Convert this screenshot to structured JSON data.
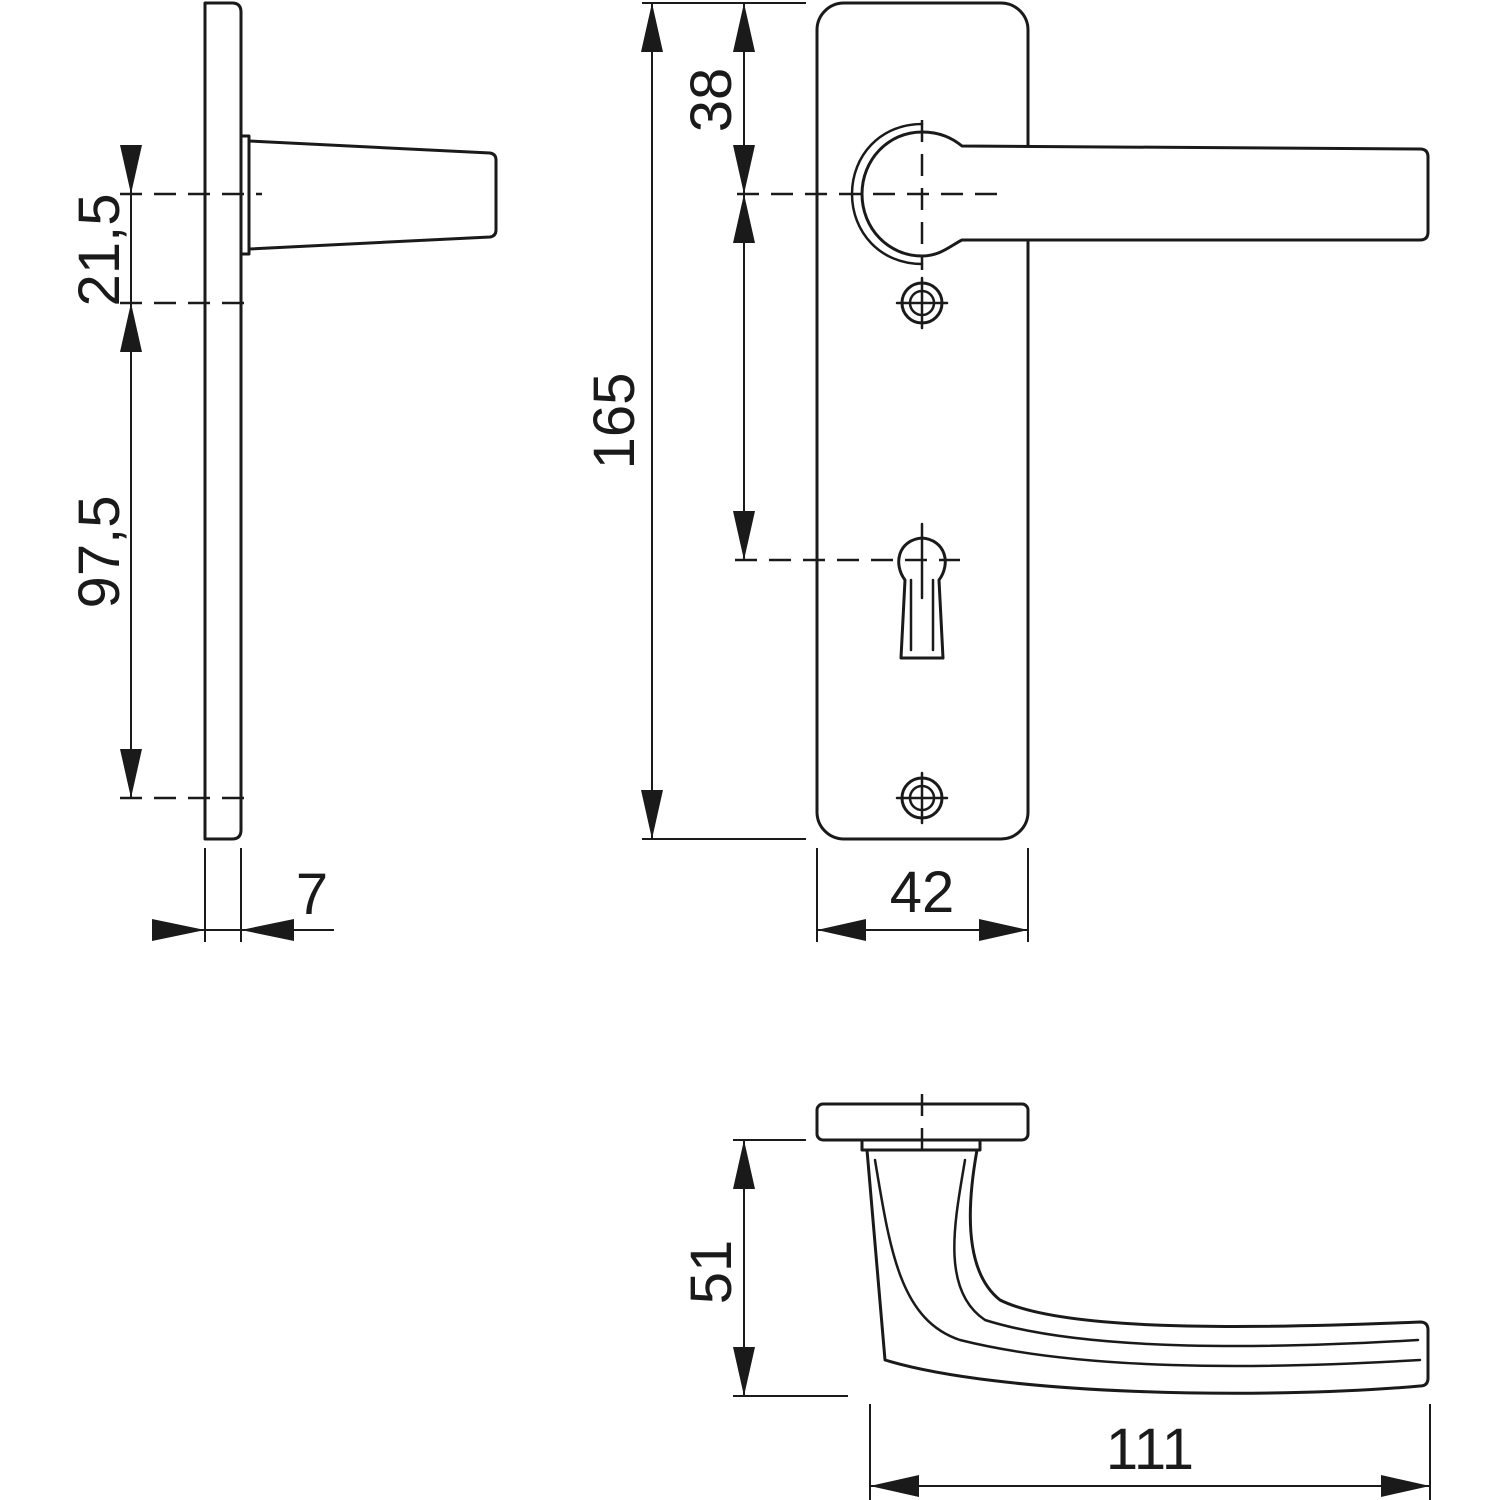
{
  "dimensions": {
    "side_upper": "21,5",
    "side_lower": "97,5",
    "side_thickness": "7",
    "front_top": "38",
    "front_total": "165",
    "front_width": "42",
    "lever_height": "51",
    "lever_length": "111"
  },
  "colors": {
    "line": "#1a1a1a",
    "background": "#ffffff"
  }
}
